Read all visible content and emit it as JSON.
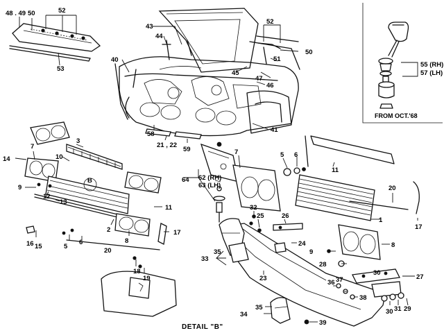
{
  "callouts": {
    "c48_49": "48 . 49",
    "c52a": "52",
    "c50a": "50",
    "c53": "53",
    "c43": "43",
    "c44": "44",
    "c40": "40",
    "c52b": "52",
    "c50b": "50",
    "c51": "51",
    "c45": "45",
    "c47": "47",
    "c46": "46",
    "c58": "58",
    "c21_22": "21 , 22",
    "c59": "59",
    "c41": "41",
    "c55": "55 (RH)",
    "c57": "57 (LH)",
    "c7a": "7",
    "c3": "3",
    "c14": "14",
    "c10": "10",
    "cB": "B",
    "c9a": "9",
    "c12": "12",
    "c13": "13",
    "c11a": "11",
    "c2": "2",
    "c8a": "8",
    "c17a": "17",
    "c16": "16",
    "c15": "15",
    "c5a": "5",
    "c6a": "6",
    "c20a": "20",
    "c18": "18",
    "c19": "19",
    "c64": "64",
    "c62": "62 (RH)",
    "c63": "63 (LH)",
    "c7b": "7",
    "c5b": "5",
    "c6b": "6",
    "c11b": "11",
    "c20b": "20",
    "c17b": "17",
    "c1": "1",
    "c32": "32",
    "c25": "25",
    "c26": "26",
    "c8b": "8",
    "c35a": "35",
    "c33": "33",
    "c24": "24",
    "c9b": "9",
    "c28": "28",
    "c30a": "30",
    "c27": "27",
    "c23": "23",
    "c36": "36",
    "c37": "37",
    "c38": "38",
    "c30b": "30",
    "c31": "31",
    "c29": "29",
    "c35b": "35",
    "c34": "34",
    "c39": "39"
  },
  "inset": {
    "note": "FROM  OCT.'68"
  },
  "detail_label": "DETAIL  \"B\""
}
